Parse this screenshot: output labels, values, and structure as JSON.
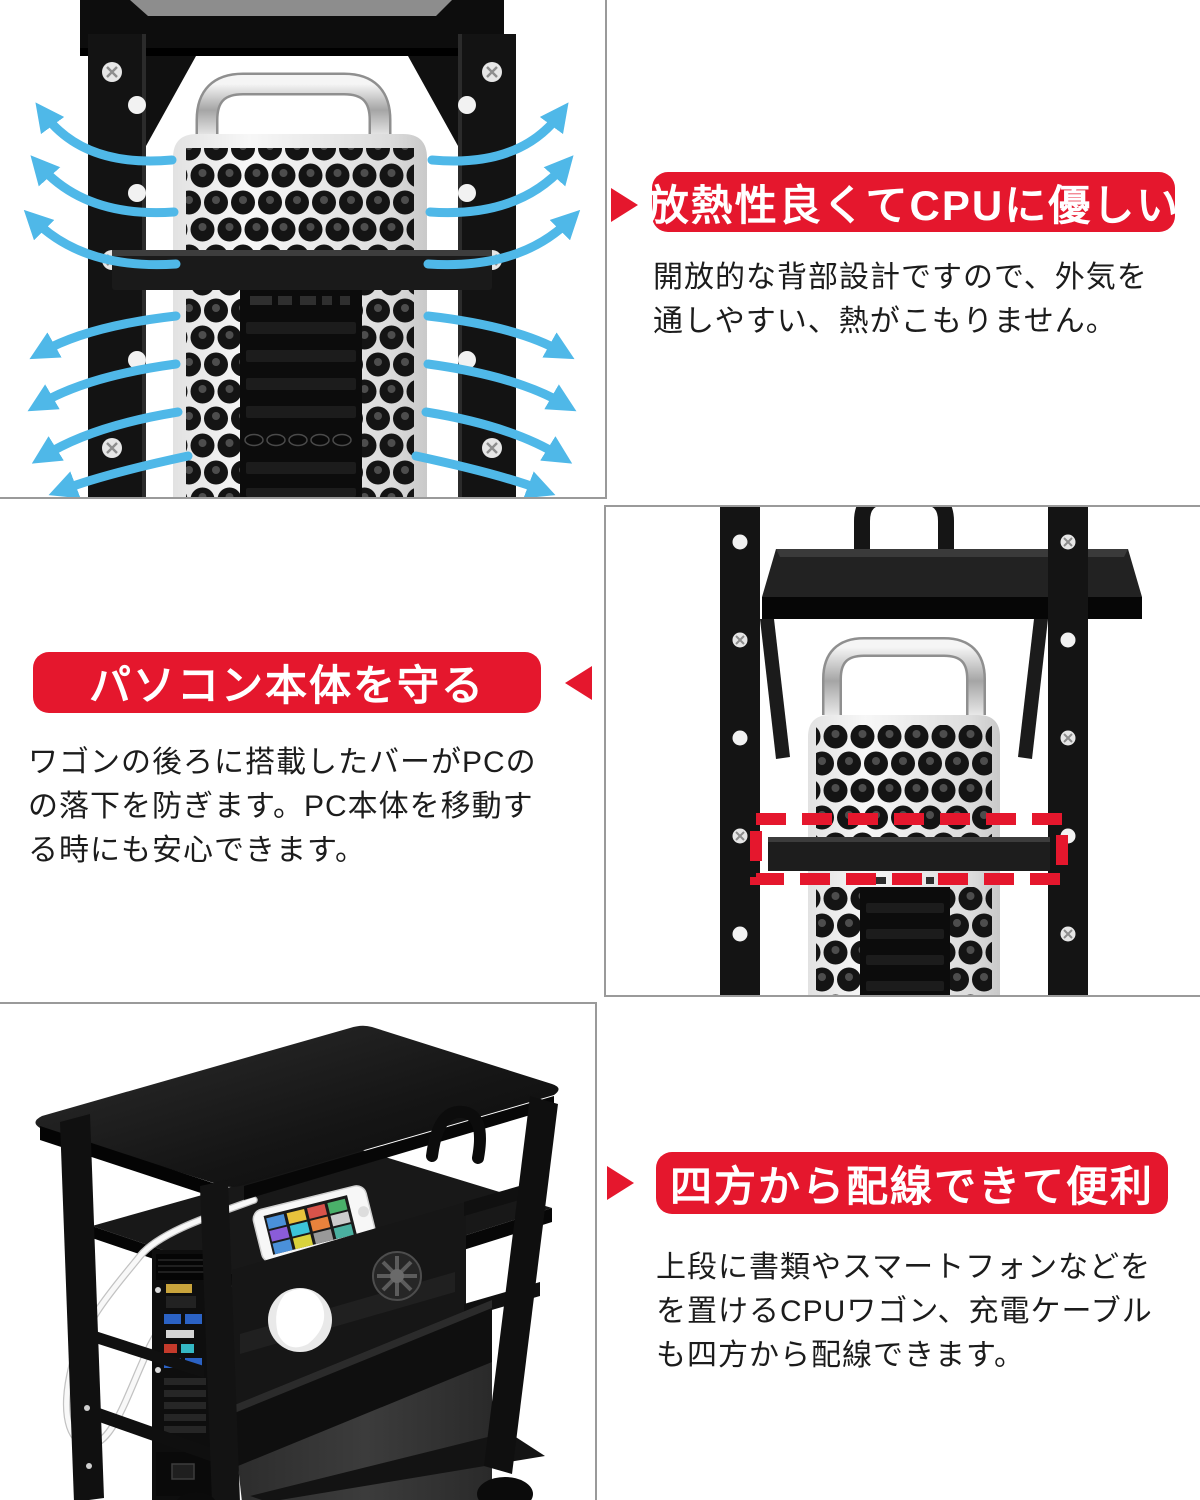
{
  "theme": {
    "accent_red": "#e5172d",
    "panel_border_gray": "#9a9a9a",
    "body_text_color": "#1c1c1c",
    "airflow_arrow_blue": "#4fb8e8",
    "highlight_dashed_red": "#e5172d"
  },
  "sections": [
    {
      "id": "cooling",
      "pointer": "right",
      "image": "mac-pro-in-open-back-cpu-stand-with-airflow-arrows",
      "title": "放熱性良くてCPUに優しい",
      "body_lines": [
        "開放的な背部設計ですので、外気を",
        "通しやすい、熱がこもりません。"
      ]
    },
    {
      "id": "protect",
      "pointer": "left",
      "image": "cpu-stand-rear-bar-highlighted-with-red-dashed-frame",
      "title": "パソコン本体を守る",
      "body_lines": [
        "ワゴンの後ろに搭載したバーがPCの",
        "の落下を防ぎます。PC本体を移動す",
        "る時にも安心できます。"
      ]
    },
    {
      "id": "wiring",
      "pointer": "right",
      "image": "cpu-wagon-with-smartphone-charging-on-top-shelf",
      "title": "四方から配線できて便利",
      "body_lines": [
        "上段に書類やスマートフォンなどを",
        "を置けるCPUワゴン、充電ケーブル",
        "も四方から配線できます。"
      ]
    }
  ]
}
